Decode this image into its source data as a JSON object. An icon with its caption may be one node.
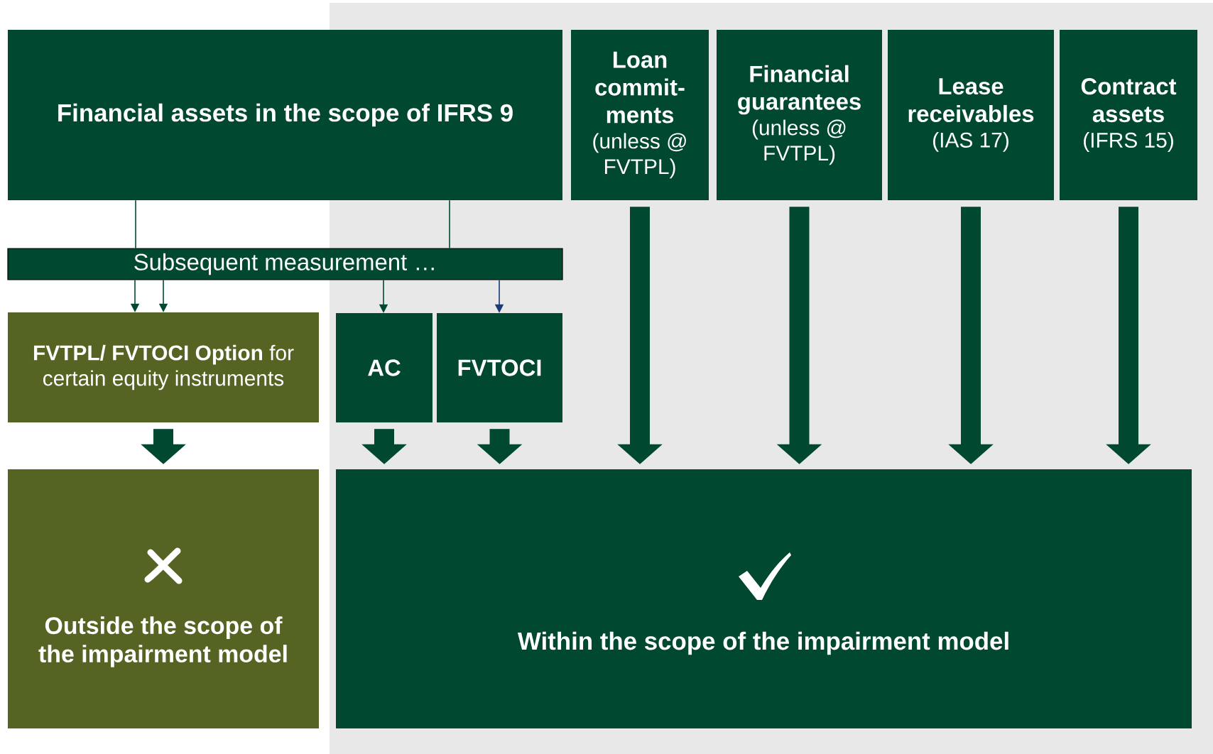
{
  "diagram": {
    "nodes": [
      {
        "text": [
          "Financial assets in the scope of IFRS 9"
        ]
      },
      {
        "text": [
          "Loan commit- ments",
          "(unless @ FVTPL)"
        ]
      },
      {
        "text": [
          "Financial guarantees",
          "(unless @ FVTPL)"
        ]
      },
      {
        "text": [
          "Lease receivables",
          "(IAS 17)"
        ]
      },
      {
        "text": [
          "Contract assets",
          "(IFRS 15)"
        ]
      },
      {
        "text": [
          "Subsequent measurement …"
        ]
      },
      {
        "text": [
          "**FVTPL/ FVTOCI Option** for certain equity instruments"
        ]
      },
      {
        "text": [
          "AC"
        ]
      },
      {
        "text": [
          "FVTOCI"
        ]
      },
      {
        "text": [
          "Outside the scope of the impairment model"
        ]
      },
      {
        "text": [
          "Within the scope of the impairment model"
        ]
      }
    ],
    "edges": [
      {
        "from": 0,
        "to": 5,
        "arrow": "none"
      },
      {
        "from": 0,
        "to": 5,
        "arrow": "none"
      },
      {
        "from": 5,
        "to": 6,
        "arrow": "to"
      },
      {
        "from": 5,
        "to": 6,
        "arrow": "to"
      },
      {
        "from": 5,
        "to": 7,
        "arrow": "to"
      },
      {
        "from": 5,
        "to": 8,
        "arrow": "to",
        "color": "#1c3a78"
      },
      {
        "from": 6,
        "to": 9,
        "arrow": "to"
      },
      {
        "from": 7,
        "to": 10,
        "arrow": "to"
      },
      {
        "from": 8,
        "to": 10,
        "arrow": "to"
      },
      {
        "from": 1,
        "to": 10,
        "arrow": "to"
      },
      {
        "from": 2,
        "to": 10,
        "arrow": "to"
      },
      {
        "from": 3,
        "to": 10,
        "arrow": "to"
      },
      {
        "from": 4,
        "to": 10,
        "arrow": "to"
      }
    ]
  }
}
